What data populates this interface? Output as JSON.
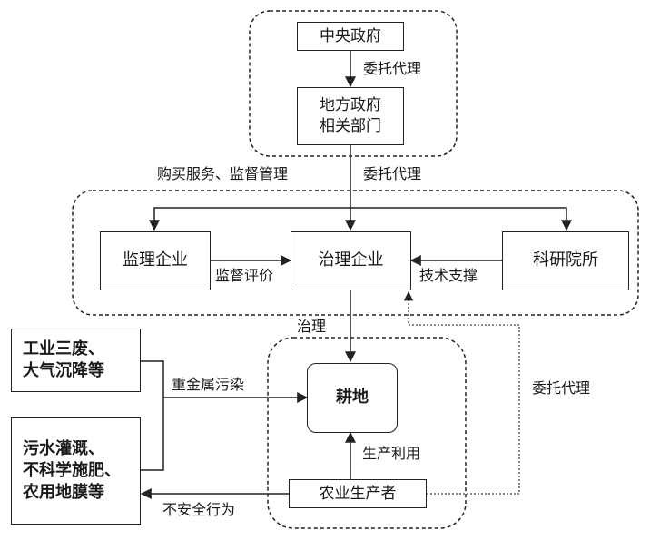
{
  "nodes": {
    "central_gov": "中央政府",
    "local_gov": "地方政府\n相关部门",
    "supervision_firm": "监理企业",
    "governance_firm": "治理企业",
    "research_institute": "科研院所",
    "farmland": "耕地",
    "farmers": "农业生产者",
    "industrial_waste": "工业三废、\n大气沉降等",
    "agri_practices": "污水灌溉、\n不科学施肥、\n农用地膜等"
  },
  "edges": {
    "entrust_agency_top": "委托代理",
    "entrust_agency_mid": "委托代理",
    "purchase_services": "购买服务、监督管理",
    "supervise_evaluate": "监督评价",
    "tech_support": "技术支撑",
    "govern": "治理",
    "heavy_metal_pollution": "重金属污染",
    "production_use": "生产利用",
    "entrust_agency_right": "委托代理",
    "unsafe_behavior": "不安全行为"
  }
}
